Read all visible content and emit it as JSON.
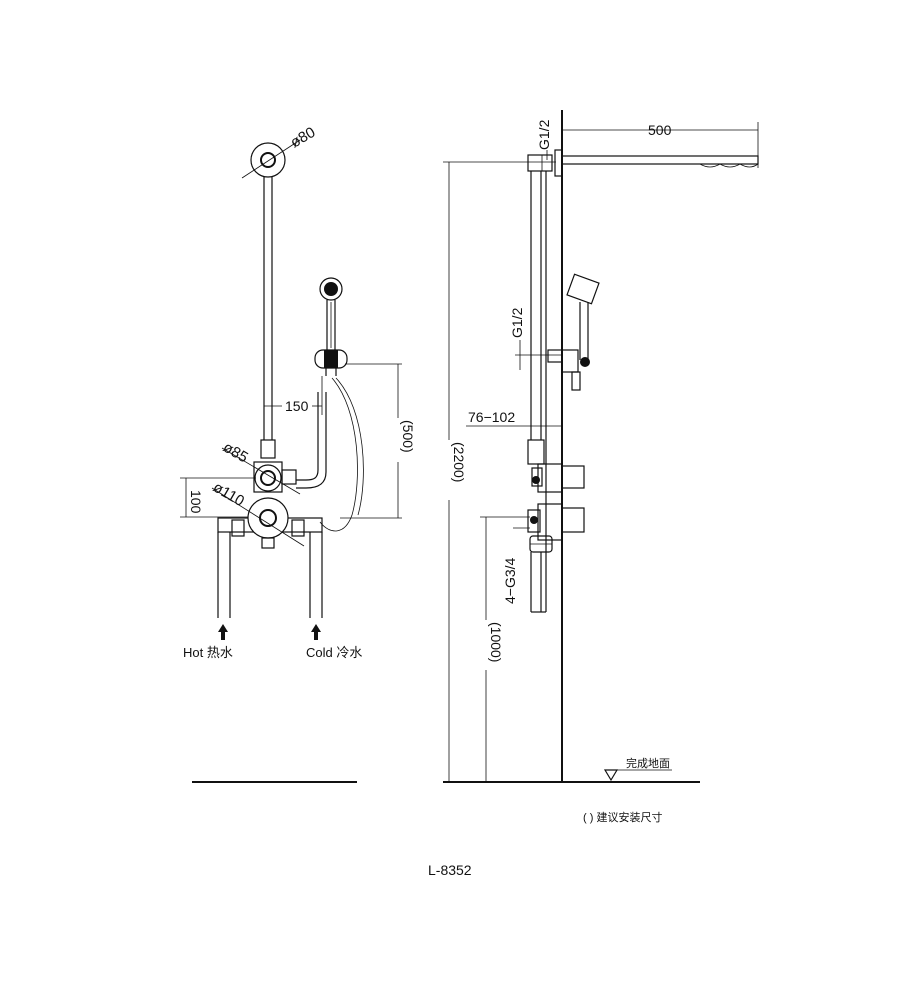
{
  "labels": {
    "dia80": "ø80",
    "dia85": "ø85",
    "dia110": "ø110",
    "dim150": "150",
    "dim100": "100",
    "dim500v": "(500)",
    "hot": "Hot 热水",
    "cold": "Cold 冷水",
    "g12_top": "G1/2",
    "g12_mid": "G1/2",
    "dim500h": "500",
    "dim76_102": "76−102",
    "dim2200": "(2200)",
    "dim1000": "(1000)",
    "g34": "4−G3/4",
    "floor": "完成地面",
    "note": "( ) 建议安装尺寸",
    "model": "L-8352"
  },
  "colors": {
    "line": "#111111",
    "background": "#ffffff"
  }
}
